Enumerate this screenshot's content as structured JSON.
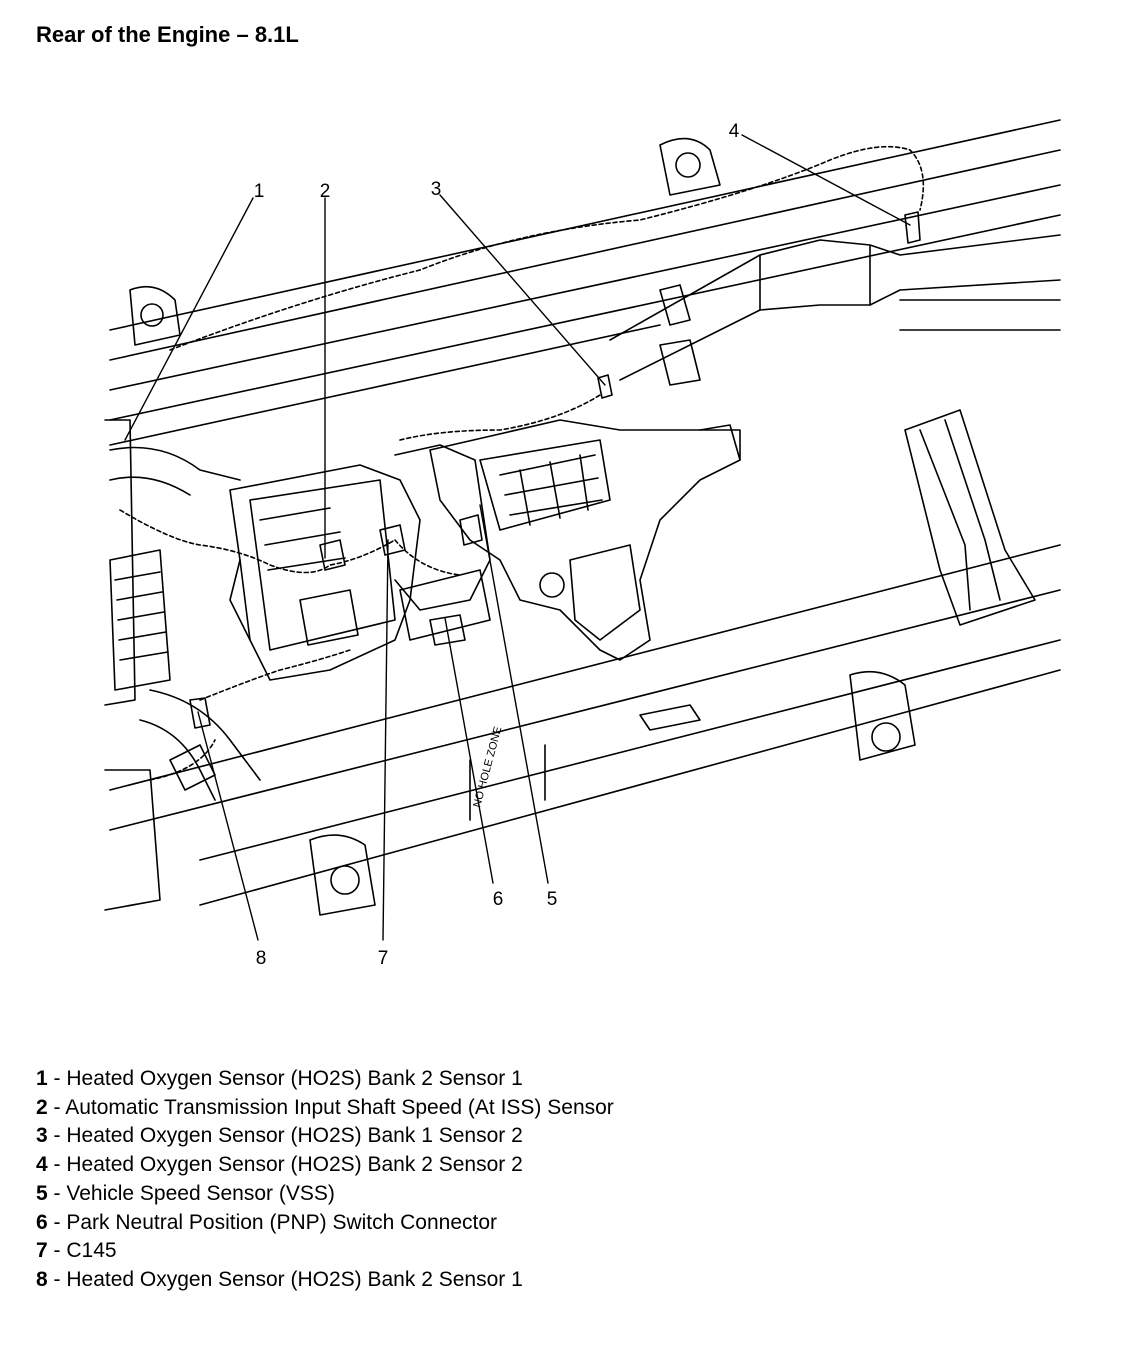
{
  "title": "Rear of the Engine – 8.1L",
  "callouts": [
    {
      "num": "1",
      "text": "Heated Oxygen Sensor (HO2S) Bank 2 Sensor 1"
    },
    {
      "num": "2",
      "text": "Automatic Transmission Input Shaft Speed (At ISS) Sensor"
    },
    {
      "num": "3",
      "text": "Heated Oxygen Sensor (HO2S) Bank 1 Sensor 2"
    },
    {
      "num": "4",
      "text": "Heated Oxygen Sensor (HO2S) Bank 2 Sensor 2"
    },
    {
      "num": "5",
      "text": "Vehicle Speed Sensor (VSS)"
    },
    {
      "num": "6",
      "text": "Park Neutral Position (PNP) Switch Connector"
    },
    {
      "num": "7",
      "text": "C145"
    },
    {
      "num": "8",
      "text": "Heated Oxygen Sensor (HO2S) Bank 2 Sensor 1"
    }
  ],
  "separator": " - ",
  "frame_stamps": [
    "NO HOLE ZONE"
  ]
}
